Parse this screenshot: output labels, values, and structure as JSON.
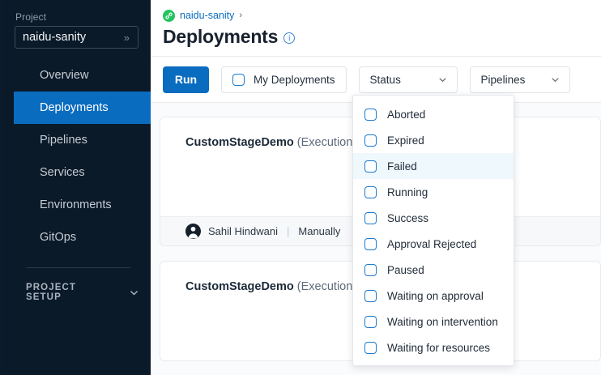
{
  "sidebar": {
    "project_label": "Project",
    "project_value": "naidu-sanity",
    "expand_icon": "chevron-double-right-icon",
    "items": [
      {
        "label": "Overview",
        "active": false
      },
      {
        "label": "Deployments",
        "active": true
      },
      {
        "label": "Pipelines",
        "active": false
      },
      {
        "label": "Services",
        "active": false
      },
      {
        "label": "Environments",
        "active": false
      },
      {
        "label": "GitOps",
        "active": false
      }
    ],
    "section_label": "PROJECT SETUP",
    "section_icon": "chevron-down-icon"
  },
  "header": {
    "breadcrumb_icon": "project-link-icon",
    "breadcrumb_label": "naidu-sanity",
    "breadcrumb_separator": "›",
    "title": "Deployments",
    "info_icon": "info-icon",
    "info_glyph": "i"
  },
  "toolbar": {
    "run_label": "Run",
    "my_deployments_label": "My Deployments",
    "my_deployments_checked": false,
    "status_label": "Status",
    "pipelines_label": "Pipelines",
    "chevron_icon": "chevron-down-icon"
  },
  "status_dropdown": {
    "options": [
      {
        "label": "Aborted",
        "checked": false,
        "hovered": false
      },
      {
        "label": "Expired",
        "checked": false,
        "hovered": false
      },
      {
        "label": "Failed",
        "checked": false,
        "hovered": true
      },
      {
        "label": "Running",
        "checked": false,
        "hovered": false
      },
      {
        "label": "Success",
        "checked": false,
        "hovered": false
      },
      {
        "label": "Approval Rejected",
        "checked": false,
        "hovered": false
      },
      {
        "label": "Paused",
        "checked": false,
        "hovered": false
      },
      {
        "label": "Waiting on approval",
        "checked": false,
        "hovered": false
      },
      {
        "label": "Waiting on intervention",
        "checked": false,
        "hovered": false
      },
      {
        "label": "Waiting for resources",
        "checked": false,
        "hovered": false
      }
    ]
  },
  "executions": [
    {
      "name": "CustomStageDemo",
      "execution_suffix": "(Execution Id",
      "author": "Sahil Hindwani",
      "trigger": "Manually",
      "separator": "|"
    },
    {
      "name": "CustomStageDemo",
      "execution_suffix": "(Execution Id",
      "author": "",
      "trigger": "",
      "separator": ""
    }
  ],
  "colors": {
    "sidebar_bg": "#0b1a28",
    "accent_blue": "#0a6cbf",
    "checkbox_blue": "#1b7ad1",
    "breadcrumb_green": "#21c45d",
    "hover_row": "#eef8fd"
  }
}
